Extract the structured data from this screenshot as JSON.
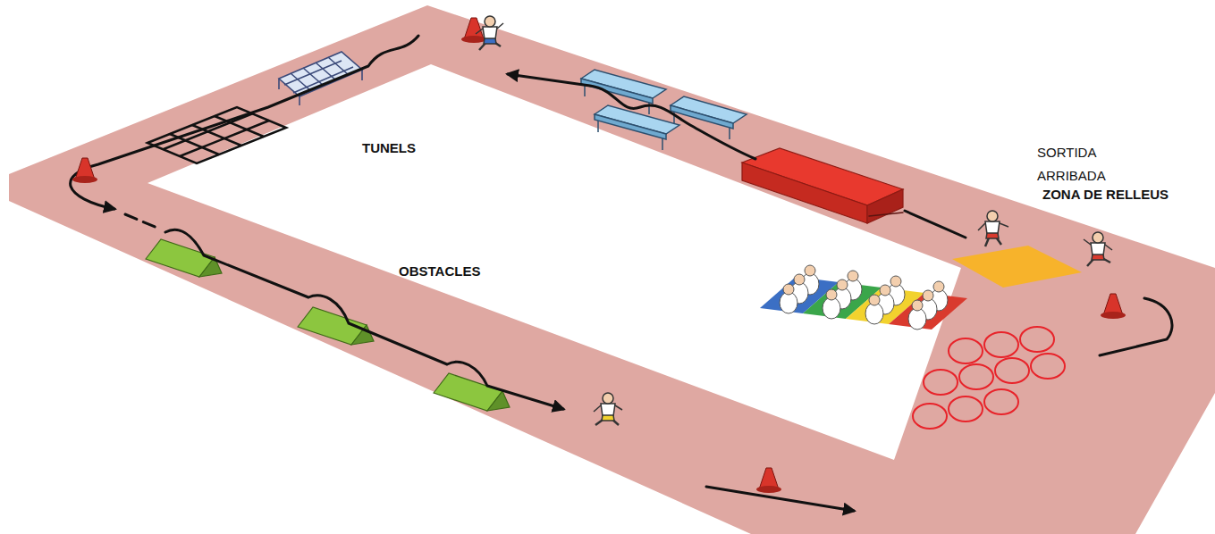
{
  "diagram": {
    "labels": [
      "TUNELS",
      "OBSTACLES",
      "SORTIDA ARRIBADA",
      "ZONA DE RELLEUS"
    ]
  }
}
